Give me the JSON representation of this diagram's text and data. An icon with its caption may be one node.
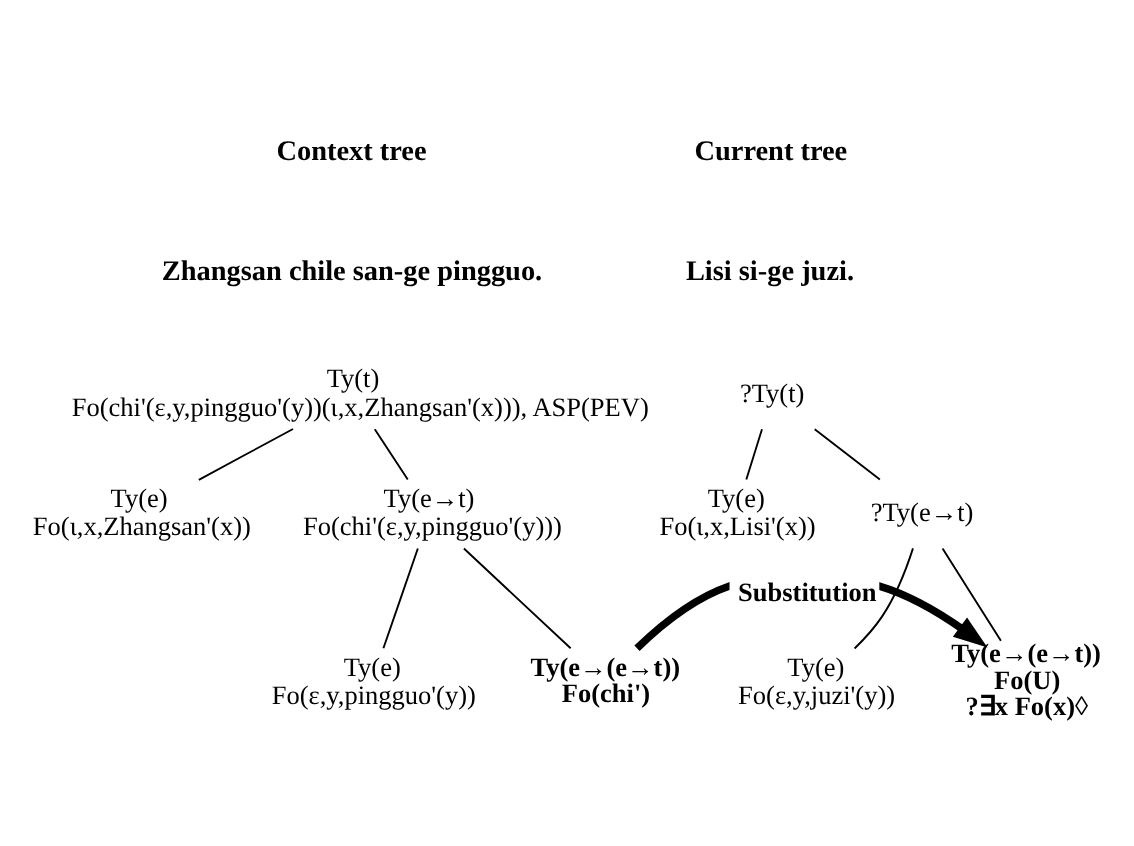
{
  "diagram": {
    "nodes": [
      {
        "text": [
          "Ty(t)",
          "Fo(chi'(ε,y,pingguo'(y))(ι,x,Zhangsan'(x))), ASP(PEV)"
        ]
      },
      {
        "text": [
          "Ty(e)",
          "Fo(ι,x,Zhangsan'(x))"
        ]
      },
      {
        "text": [
          "Ty(e→t)",
          "Fo(chi'(ε,y,pingguo'(y)))"
        ]
      },
      {
        "text": [
          "Ty(e)",
          "Fo(ε,y,pingguo'(y))"
        ]
      },
      {
        "text": [
          "Ty(e→(e→t))",
          "Fo(chi')"
        ]
      },
      {
        "text": [
          "?Ty(t)"
        ]
      },
      {
        "text": [
          "Ty(e)",
          "Fo(ι,x,Lisi'(x))"
        ]
      },
      {
        "text": [
          "?Ty(e→t)"
        ]
      },
      {
        "text": [
          "Ty(e)",
          "Fo(ε,y,juzi'(y))"
        ]
      },
      {
        "text": [
          "Ty(e→(e→t))",
          "Fo(U)",
          "?∃x Fo(x)◊"
        ]
      }
    ],
    "edges": [
      {
        "from": 0,
        "to": 1,
        "arrow": "none"
      },
      {
        "from": 0,
        "to": 2,
        "arrow": "none"
      },
      {
        "from": 2,
        "to": 3,
        "arrow": "none"
      },
      {
        "from": 2,
        "to": 4,
        "arrow": "none"
      },
      {
        "from": 5,
        "to": 6,
        "arrow": "none"
      },
      {
        "from": 5,
        "to": 7,
        "arrow": "none"
      },
      {
        "from": 7,
        "to": 8,
        "arrow": "none"
      },
      {
        "from": 7,
        "to": 9,
        "arrow": "none"
      },
      {
        "from": 4,
        "to": 9,
        "arrow": "to",
        "label": "Substitution",
        "style": "thick"
      }
    ],
    "labels": [
      "Context tree",
      "Zhangsan chile san-ge pingguo.",
      "Current tree",
      "Lisi si-ge juzi."
    ]
  }
}
